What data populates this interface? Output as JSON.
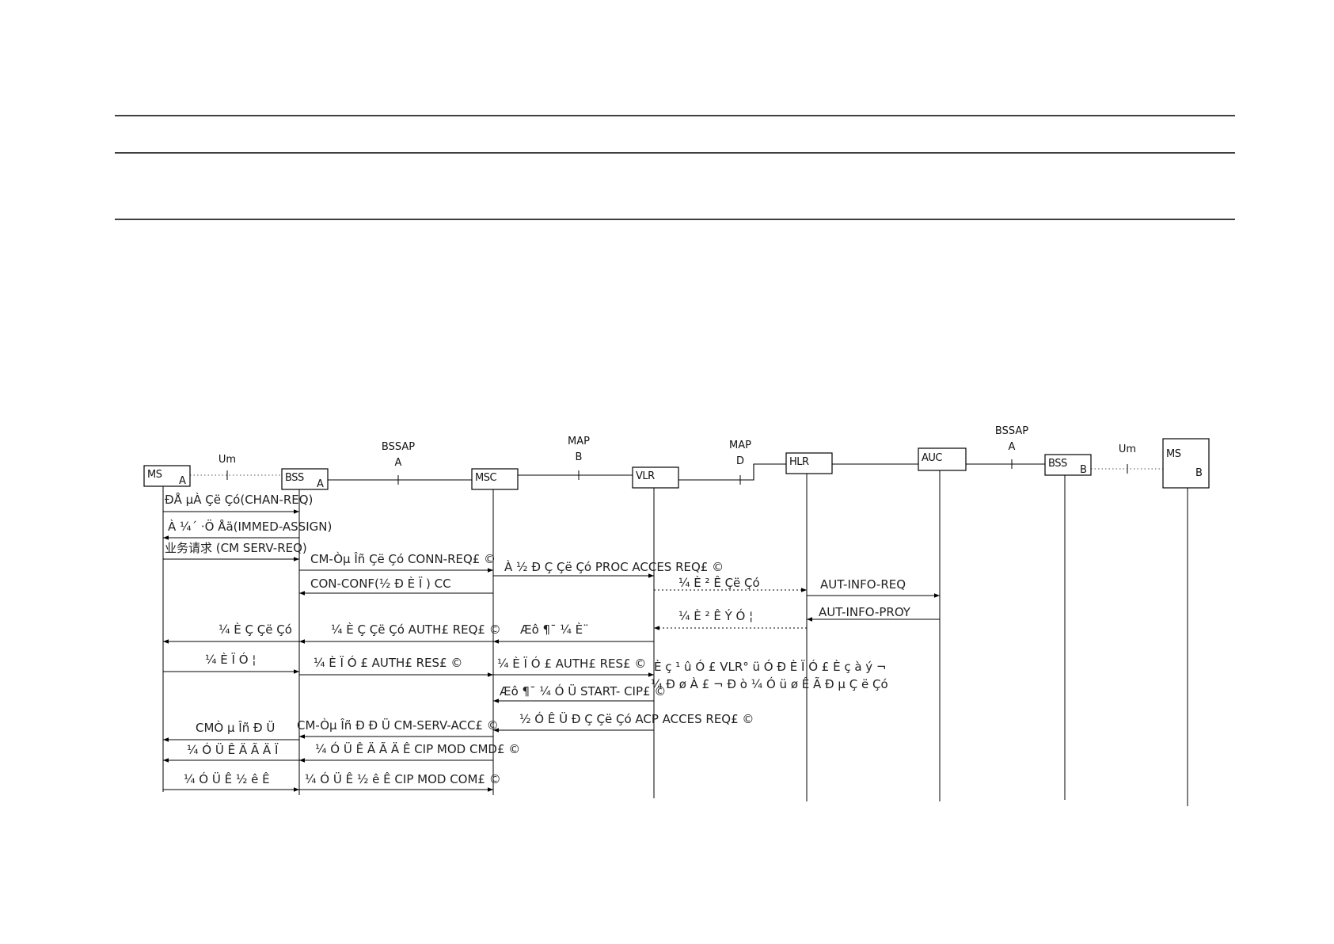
{
  "entities": [
    {
      "id": "ms_a",
      "name": "MS",
      "suffix": "A"
    },
    {
      "id": "bss_a",
      "name": "BSS",
      "suffix": "A"
    },
    {
      "id": "msc",
      "name": "MSC",
      "suffix": ""
    },
    {
      "id": "vlr",
      "name": "VLR",
      "suffix": ""
    },
    {
      "id": "hlr",
      "name": "HLR",
      "suffix": ""
    },
    {
      "id": "auc",
      "name": "AUC",
      "suffix": ""
    },
    {
      "id": "bss_b",
      "name": "BSS",
      "suffix": "B"
    },
    {
      "id": "ms_b",
      "name": "MS",
      "suffix": "B"
    }
  ],
  "interfaces": [
    {
      "id": "um_a",
      "top": "Um",
      "bottom": ""
    },
    {
      "id": "bssap_a",
      "top": "BSSAP",
      "bottom": "A"
    },
    {
      "id": "map_b",
      "top": "MAP",
      "bottom": "B"
    },
    {
      "id": "map_d",
      "top": "MAP",
      "bottom": "D"
    },
    {
      "id": "bssap_b",
      "top": "BSSAP",
      "bottom": "A"
    },
    {
      "id": "um_b",
      "top": "Um",
      "bottom": ""
    }
  ],
  "messages": [
    {
      "id": "m1",
      "label": "ÐÅ µÀ Çë Çó(CHAN-REQ)",
      "from": "ms_a",
      "to": "bss_a",
      "style": "solid"
    },
    {
      "id": "m2",
      "label": "À ¼´ ·Ö Åä(IMMED-ASSIGN)",
      "from": "bss_a",
      "to": "ms_a",
      "style": "solid"
    },
    {
      "id": "m3",
      "label": "业务请求 (CM SERV-REQ)",
      "from": "ms_a",
      "to": "bss_a",
      "style": "solid"
    },
    {
      "id": "m4",
      "label": "CM-Òµ Îñ Çë Çó CONN-REQ£ ©",
      "from": "bss_a",
      "to": "msc",
      "style": "solid"
    },
    {
      "id": "m5",
      "label": "À ½ Ð Ç Çë Çó PROC ACCES REQ£ ©",
      "from": "msc",
      "to": "vlr",
      "style": "solid"
    },
    {
      "id": "m6",
      "label": "CON-CONF(½ Ð È Ï ) CC",
      "from": "msc",
      "to": "bss_a",
      "style": "solid"
    },
    {
      "id": "m7",
      "label": "¼ È ² Ê Çë Çó",
      "from": "vlr",
      "to": "hlr",
      "style": "dashed"
    },
    {
      "id": "m8",
      "label": "AUT-INFO-REQ",
      "from": "hlr",
      "to": "auc",
      "style": "solid"
    },
    {
      "id": "m9",
      "label": "AUT-INFO-PROY",
      "from": "auc",
      "to": "hlr",
      "style": "solid"
    },
    {
      "id": "m10",
      "label": "¼ È ² Ê Ý Ó ¦",
      "from": "hlr",
      "to": "vlr",
      "style": "dashed"
    },
    {
      "id": "m11",
      "label": "Æô ¶¯ ¼ È¨",
      "from": "vlr",
      "to": "msc",
      "style": "solid"
    },
    {
      "id": "m12",
      "label": "¼ È Ç Çë Çó AUTH£ REQ£ ©",
      "from": "msc",
      "to": "bss_a",
      "style": "solid"
    },
    {
      "id": "m13",
      "label": "¼ È Ç Çë Çó",
      "from": "bss_a",
      "to": "ms_a",
      "style": "solid"
    },
    {
      "id": "m14",
      "label": "¼ È Ï Ó ¦",
      "from": "ms_a",
      "to": "bss_a",
      "style": "solid"
    },
    {
      "id": "m15",
      "label": "¼ È Ï Ó £ AUTH£ RES£ ©",
      "from": "bss_a",
      "to": "msc",
      "style": "solid"
    },
    {
      "id": "m16",
      "label": "¼ È Ï Ó £ AUTH£ RES£ ©",
      "from": "msc",
      "to": "vlr",
      "style": "solid"
    },
    {
      "id": "m17",
      "label": "Æô ¶¯ ¼ Ó Ü START- CIP£ ©",
      "from": "vlr",
      "to": "msc",
      "style": "solid"
    },
    {
      "id": "m18",
      "label": "½ Ó Ê Ü Ð Ç Çë Çó ACP ACCES REQ£ ©",
      "from": "vlr",
      "to": "msc",
      "style": "solid"
    },
    {
      "id": "m19",
      "label": "CM-Òµ Îñ Ð Ð Ü CM-SERV-ACC£ ©",
      "from": "msc",
      "to": "bss_a",
      "style": "solid"
    },
    {
      "id": "m20",
      "label": "CMÒ µ Îñ Ð Ü",
      "from": "bss_a",
      "to": "ms_a",
      "style": "solid"
    },
    {
      "id": "m21",
      "label": "¼ Ó Ü Ê Ä Ã Ä Ê CIP MOD CMD£ ©",
      "from": "msc",
      "to": "bss_a",
      "style": "solid"
    },
    {
      "id": "m22",
      "label": "¼ Ó Ü Ê Ä Ã Ä Ï",
      "from": "bss_a",
      "to": "ms_a",
      "style": "solid"
    },
    {
      "id": "m23",
      "label": "¼ Ó Ü Ê ½ ê Ê",
      "from": "ms_a",
      "to": "bss_a",
      "style": "solid"
    },
    {
      "id": "m24",
      "label": "¼ Ó Ü Ê ½ ê Ê CIP MOD COM£ ©",
      "from": "bss_a",
      "to": "msc",
      "style": "solid"
    }
  ],
  "notes": [
    {
      "id": "n1",
      "text": "È ç ¹ û Ó £ VLR° ü Ó Ð È Ï Ó £ È ç à ý ¬"
    },
    {
      "id": "n2",
      "text": "¼ Ð ø À £ ¬ Ð ò ¼ Ó ü ø Ê Ã Ð µ Ç ë Çó"
    }
  ]
}
